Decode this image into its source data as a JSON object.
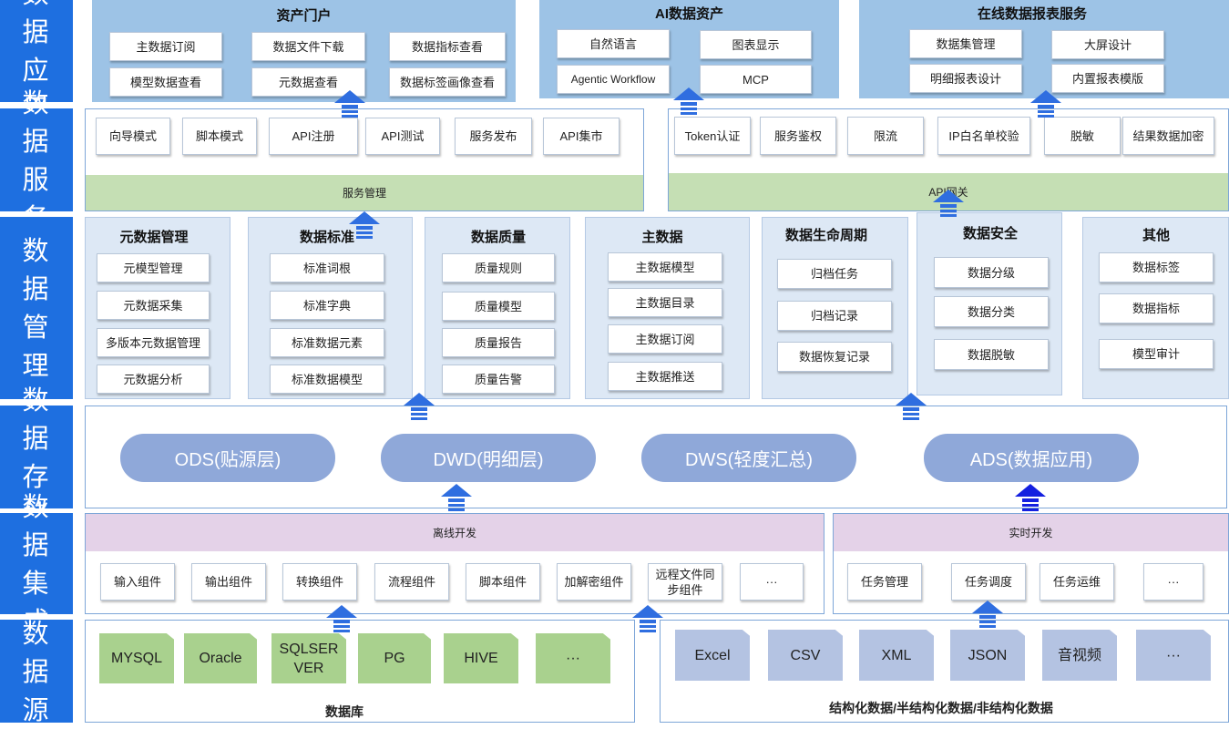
{
  "layers": {
    "app": "数据应用",
    "service": "数据服务",
    "manage": "数据管理",
    "storage": "数据存储",
    "integration": "数据集成",
    "source": "数据源"
  },
  "app": {
    "asset_portal": {
      "title": "资产门户",
      "items": [
        "主数据订阅",
        "数据文件下载",
        "数据指标查看",
        "模型数据查看",
        "元数据查看",
        "数据标签画像查看"
      ]
    },
    "ai_assets": {
      "title": "AI数据资产",
      "items": [
        "自然语言",
        "图表显示",
        "Agentic Workflow",
        "MCP"
      ]
    },
    "online_report": {
      "title": "在线数据报表服务",
      "items": [
        "数据集管理",
        "大屏设计",
        "明细报表设计",
        "内置报表模版"
      ]
    }
  },
  "service": {
    "left_items": [
      "向导模式",
      "脚本模式",
      "API注册",
      "API测试",
      "服务发布",
      "API集市"
    ],
    "left_bar": "服务管理",
    "right_items": [
      "Token认证",
      "服务鉴权",
      "限流",
      "IP白名单校验",
      "脱敏",
      "结果数据加密"
    ],
    "right_bar": "API网关"
  },
  "manage": {
    "metadata": {
      "title": "元数据管理",
      "items": [
        "元模型管理",
        "元数据采集",
        "多版本元数据管理",
        "元数据分析"
      ]
    },
    "standard": {
      "title": "数据标准",
      "items": [
        "标准词根",
        "标准字典",
        "标准数据元素",
        "标准数据模型"
      ]
    },
    "quality": {
      "title": "数据质量",
      "items": [
        "质量规则",
        "质量模型",
        "质量报告",
        "质量告警"
      ]
    },
    "master": {
      "title": "主数据",
      "items": [
        "主数据模型",
        "主数据目录",
        "主数据订阅",
        "主数据推送"
      ]
    },
    "lifecycle": {
      "title": "数据生命周期",
      "items": [
        "归档任务",
        "归档记录",
        "数据恢复记录"
      ]
    },
    "security": {
      "title": "数据安全",
      "items": [
        "数据分级",
        "数据分类",
        "数据脱敏"
      ]
    },
    "other": {
      "title": "其他",
      "items": [
        "数据标签",
        "数据指标",
        "模型审计"
      ]
    }
  },
  "storage": {
    "pills": [
      "ODS(贴源层)",
      "DWD(明细层)",
      "DWS(轻度汇总)",
      "ADS(数据应用)"
    ]
  },
  "integration": {
    "offline": {
      "title": "离线开发",
      "items": [
        "输入组件",
        "输出组件",
        "转换组件",
        "流程组件",
        "脚本组件",
        "加解密组件",
        "远程文件同步组件",
        "···"
      ]
    },
    "realtime": {
      "title": "实时开发",
      "items": [
        "任务管理",
        "任务调度",
        "任务运维",
        "···"
      ]
    }
  },
  "source": {
    "db": {
      "caption": "数据库",
      "items": [
        "MYSQL",
        "Oracle",
        "SQLSERVER",
        "PG",
        "HIVE",
        "···"
      ]
    },
    "files": {
      "caption": "结构化数据/半结构化数据/非结构化数据",
      "items": [
        "Excel",
        "CSV",
        "XML",
        "JSON",
        "音视频",
        "···"
      ]
    }
  },
  "colors": {
    "layer_label": "#1e6fe0",
    "app_panel": "#9dc3e6",
    "service_bar": "#c5dfb4",
    "integration_bar": "#e4d2e8",
    "storage_pill": "#8fa8d9",
    "db_source": "#a9d18e",
    "file_source": "#b4c3e2",
    "arrow": "#2f6ee0",
    "arrow_dark": "#1420e0"
  }
}
